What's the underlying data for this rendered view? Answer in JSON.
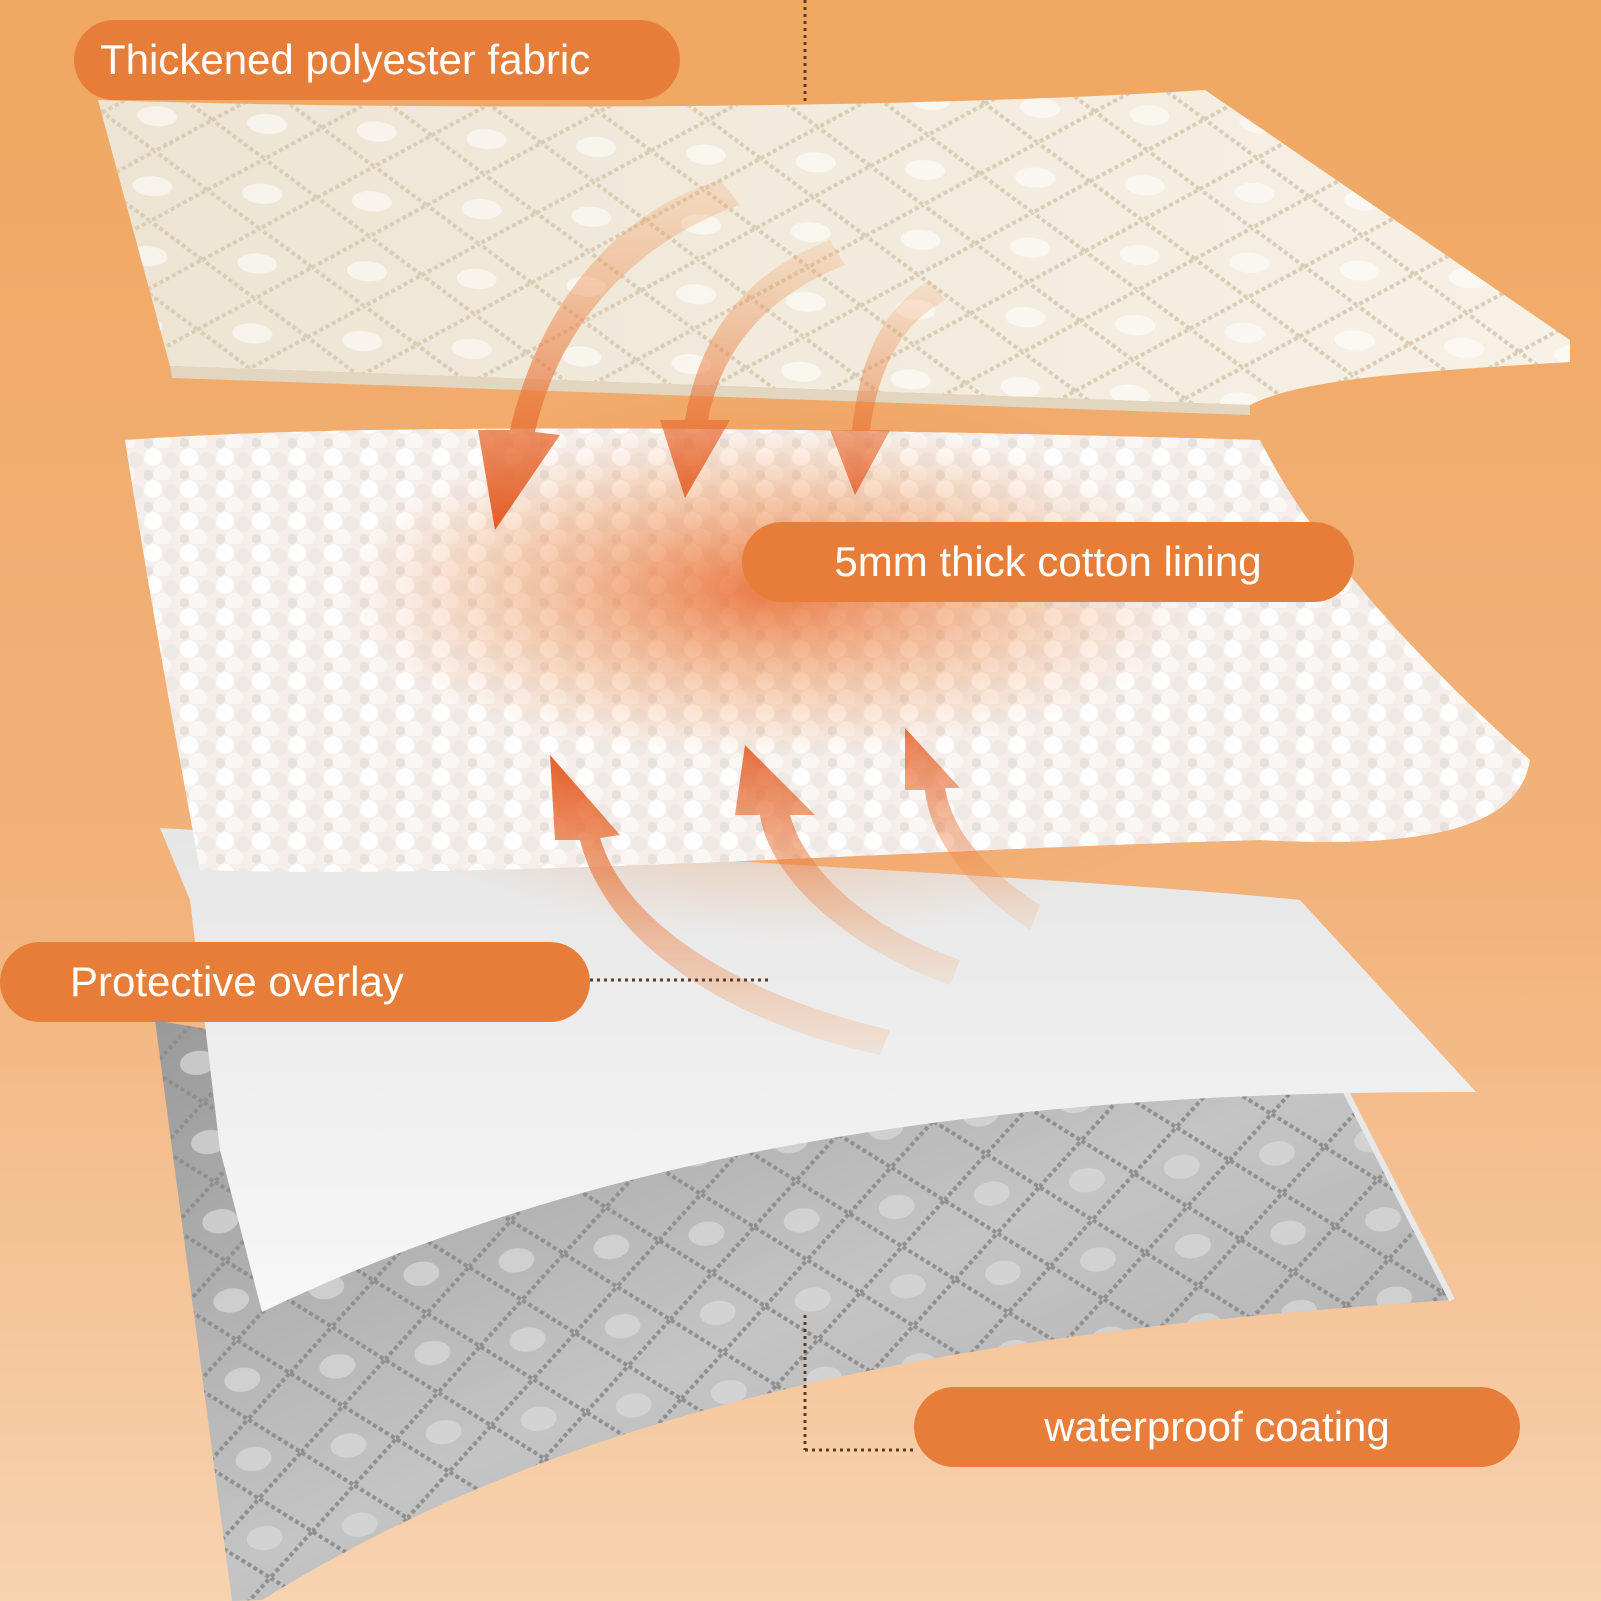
{
  "colors": {
    "background_top": "#F0A862",
    "background_bottom": "#F7D3B0",
    "label_fill": "#E67E3A",
    "label_text": "#FFFFFF",
    "top_fabric": "#F3EBDD",
    "cotton": "#F6F1EE",
    "overlay": "#EDEDED",
    "coating": "#B3B3B3",
    "arrow": "#E8652A"
  },
  "labels": {
    "top_fabric": "Thickened polyester fabric",
    "cotton_lining": "5mm thick cotton lining",
    "protective_overlay": "Protective overlay",
    "waterproof_coating": "waterproof coating"
  }
}
